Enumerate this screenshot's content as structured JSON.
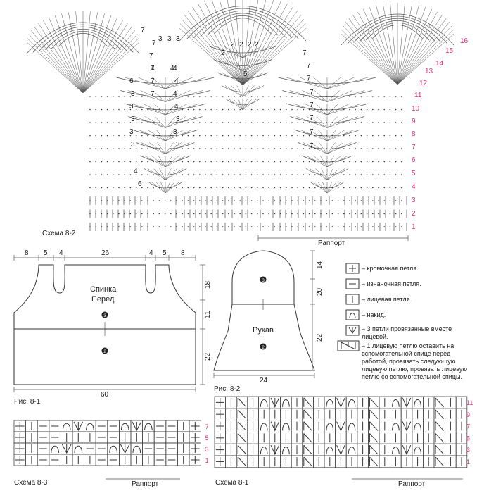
{
  "top_chart": {
    "caption": "Схема 8-2",
    "repeat_label": "Раппорт",
    "row_numbers": [
      "1",
      "2",
      "3",
      "4",
      "5",
      "6",
      "7",
      "8",
      "9",
      "10",
      "11",
      "12",
      "13",
      "14",
      "15",
      "16"
    ],
    "fan_counts_left": [
      "7",
      "7",
      "7",
      "4",
      "6",
      "3",
      "3",
      "3",
      "3",
      "3",
      "4",
      "6"
    ],
    "fan_counts_mid": [
      "3",
      "3",
      "3",
      "7",
      "7",
      "7",
      "2",
      "2",
      "2",
      "2",
      "2",
      "5",
      "4"
    ],
    "fan_counts_right": [
      "7",
      "7",
      "7",
      "7",
      "7",
      "7",
      "7",
      "7"
    ],
    "inner_counts": [
      "4",
      "4",
      "4",
      "4",
      "3",
      "3",
      "3"
    ]
  },
  "back_front": {
    "title_line1": "Спинка",
    "title_line2": "Перед",
    "dim_top": [
      "8",
      "5",
      "4",
      "26",
      "4",
      "5",
      "8"
    ],
    "dim_right": [
      "18",
      "11",
      "22"
    ],
    "dim_bottom": "60",
    "caption": "Рис. 8-1",
    "marker_top": "3",
    "marker_bottom": "2"
  },
  "sleeve": {
    "title": "Рукав",
    "dim_right": [
      "14",
      "20",
      "22"
    ],
    "dim_bottom": "24",
    "caption": "Рис. 8-2",
    "marker_top": "3",
    "marker_bottom": "2"
  },
  "legend": [
    {
      "symbol": "edge-icon",
      "text": "– кромочная петля."
    },
    {
      "symbol": "purl-icon",
      "text": "– изнаночная петля."
    },
    {
      "symbol": "knit-icon",
      "text": "– лицевая петля."
    },
    {
      "symbol": "yarn-over-icon",
      "text": "– накид."
    },
    {
      "symbol": "three-together-icon",
      "text": "– 3 петли провязанные вместе лицевой."
    },
    {
      "symbol": "cross-icon",
      "text": "– 1 лицевую петлю оставить на вспомогательной спице перед работой, провязать следующую лицевую петлю, провязать лицевую петлю со вспомогательной спицы."
    }
  ],
  "chart_8_3": {
    "caption": "Схема 8-3",
    "repeat_label": "Раппорт",
    "row_numbers": [
      "7",
      "5",
      "3",
      "1"
    ]
  },
  "chart_8_1": {
    "caption": "Схема 8-1",
    "repeat_label": "Раппорт",
    "row_numbers": [
      "11",
      "9",
      "7",
      "5",
      "3",
      "1"
    ]
  }
}
